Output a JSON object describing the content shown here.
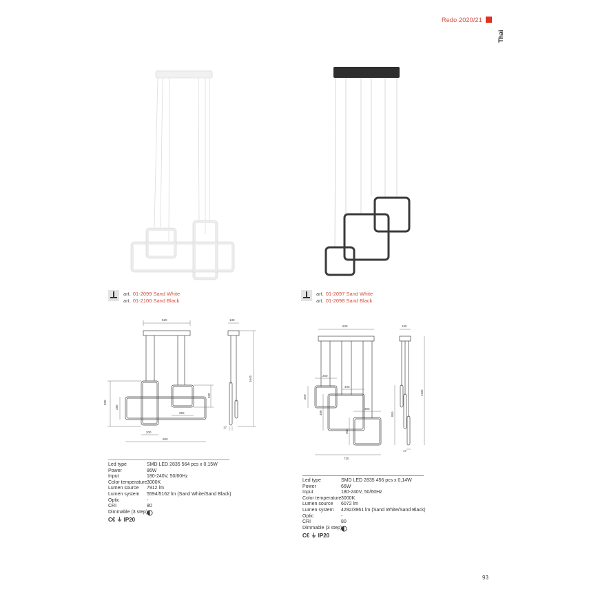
{
  "header": {
    "brand_label": "Redo 2020/21",
    "brand_color": "#e2301e",
    "collection_name": "Thai"
  },
  "products": [
    {
      "id": "left",
      "image_icon": "pendant-lamp-white-rectangles",
      "finish_color": "#f4f4f4",
      "articles": [
        {
          "prefix": "art.",
          "code": "01-2099 Sand White"
        },
        {
          "prefix": "art.",
          "code": "01-2100 Sand Black"
        }
      ],
      "drawing_dimensions": {
        "canopy_width": "520",
        "canopy_depth": "130",
        "total_width": "900",
        "total_height_label": "500",
        "inner_height": "280",
        "square_height": "350",
        "square_width": "250",
        "vertical_width": "200",
        "max_height": "1645",
        "thickness": "17"
      },
      "specs": [
        {
          "label": "Led type",
          "value": "SMD LED 2835 564 pcs x 0,15W"
        },
        {
          "label": "Power",
          "value": "86W"
        },
        {
          "label": "Input",
          "value": "180-240V, 50/60Hz"
        },
        {
          "label": "Color temperature",
          "value": "3000K"
        },
        {
          "label": "Lumen source",
          "value": "7912 lm"
        },
        {
          "label": "Lumen system",
          "value": "5594/5162 lm (Sand White/Sand Black)"
        },
        {
          "label": "Optic",
          "value": "-"
        },
        {
          "label": "CRI",
          "value": "80"
        },
        {
          "label": "Dimmable (3 step)",
          "value": "dimmable-icon"
        }
      ],
      "certifications": "C€ ⏚ IP20"
    },
    {
      "id": "right",
      "image_icon": "pendant-lamp-black-squares",
      "finish_color": "#333333",
      "articles": [
        {
          "prefix": "art.",
          "code": "01-2097 Sand White"
        },
        {
          "prefix": "art.",
          "code": "01-2098 Sand Black"
        }
      ],
      "drawing_dimensions": {
        "canopy_width": "630",
        "canopy_depth": "150",
        "total_width": "730",
        "small_square": "250",
        "small_square_height": "250",
        "mid_square": "400",
        "mid_square_height": "400",
        "large_square": "300",
        "large_square_height": "300",
        "drop_height": "850",
        "max_height": "1195",
        "thickness": "17"
      },
      "specs": [
        {
          "label": "Led type",
          "value": "SMD LED 2835 456 pcs x 0,14W"
        },
        {
          "label": "Power",
          "value": "66W"
        },
        {
          "label": "Input",
          "value": "180-240V, 50/60Hz"
        },
        {
          "label": "Color temperature",
          "value": "3000K"
        },
        {
          "label": "Lumen source",
          "value": "6072 lm"
        },
        {
          "label": "Lumen system",
          "value": "4292/3961 lm (Sand White/Sand Black)"
        },
        {
          "label": "Optic",
          "value": "-"
        },
        {
          "label": "CRI",
          "value": "80"
        },
        {
          "label": "Dimmable (3 step)",
          "value": "dimmable-icon"
        }
      ],
      "certifications": "C€ ⏚ IP20"
    }
  ],
  "footer": {
    "page_number": "93"
  }
}
